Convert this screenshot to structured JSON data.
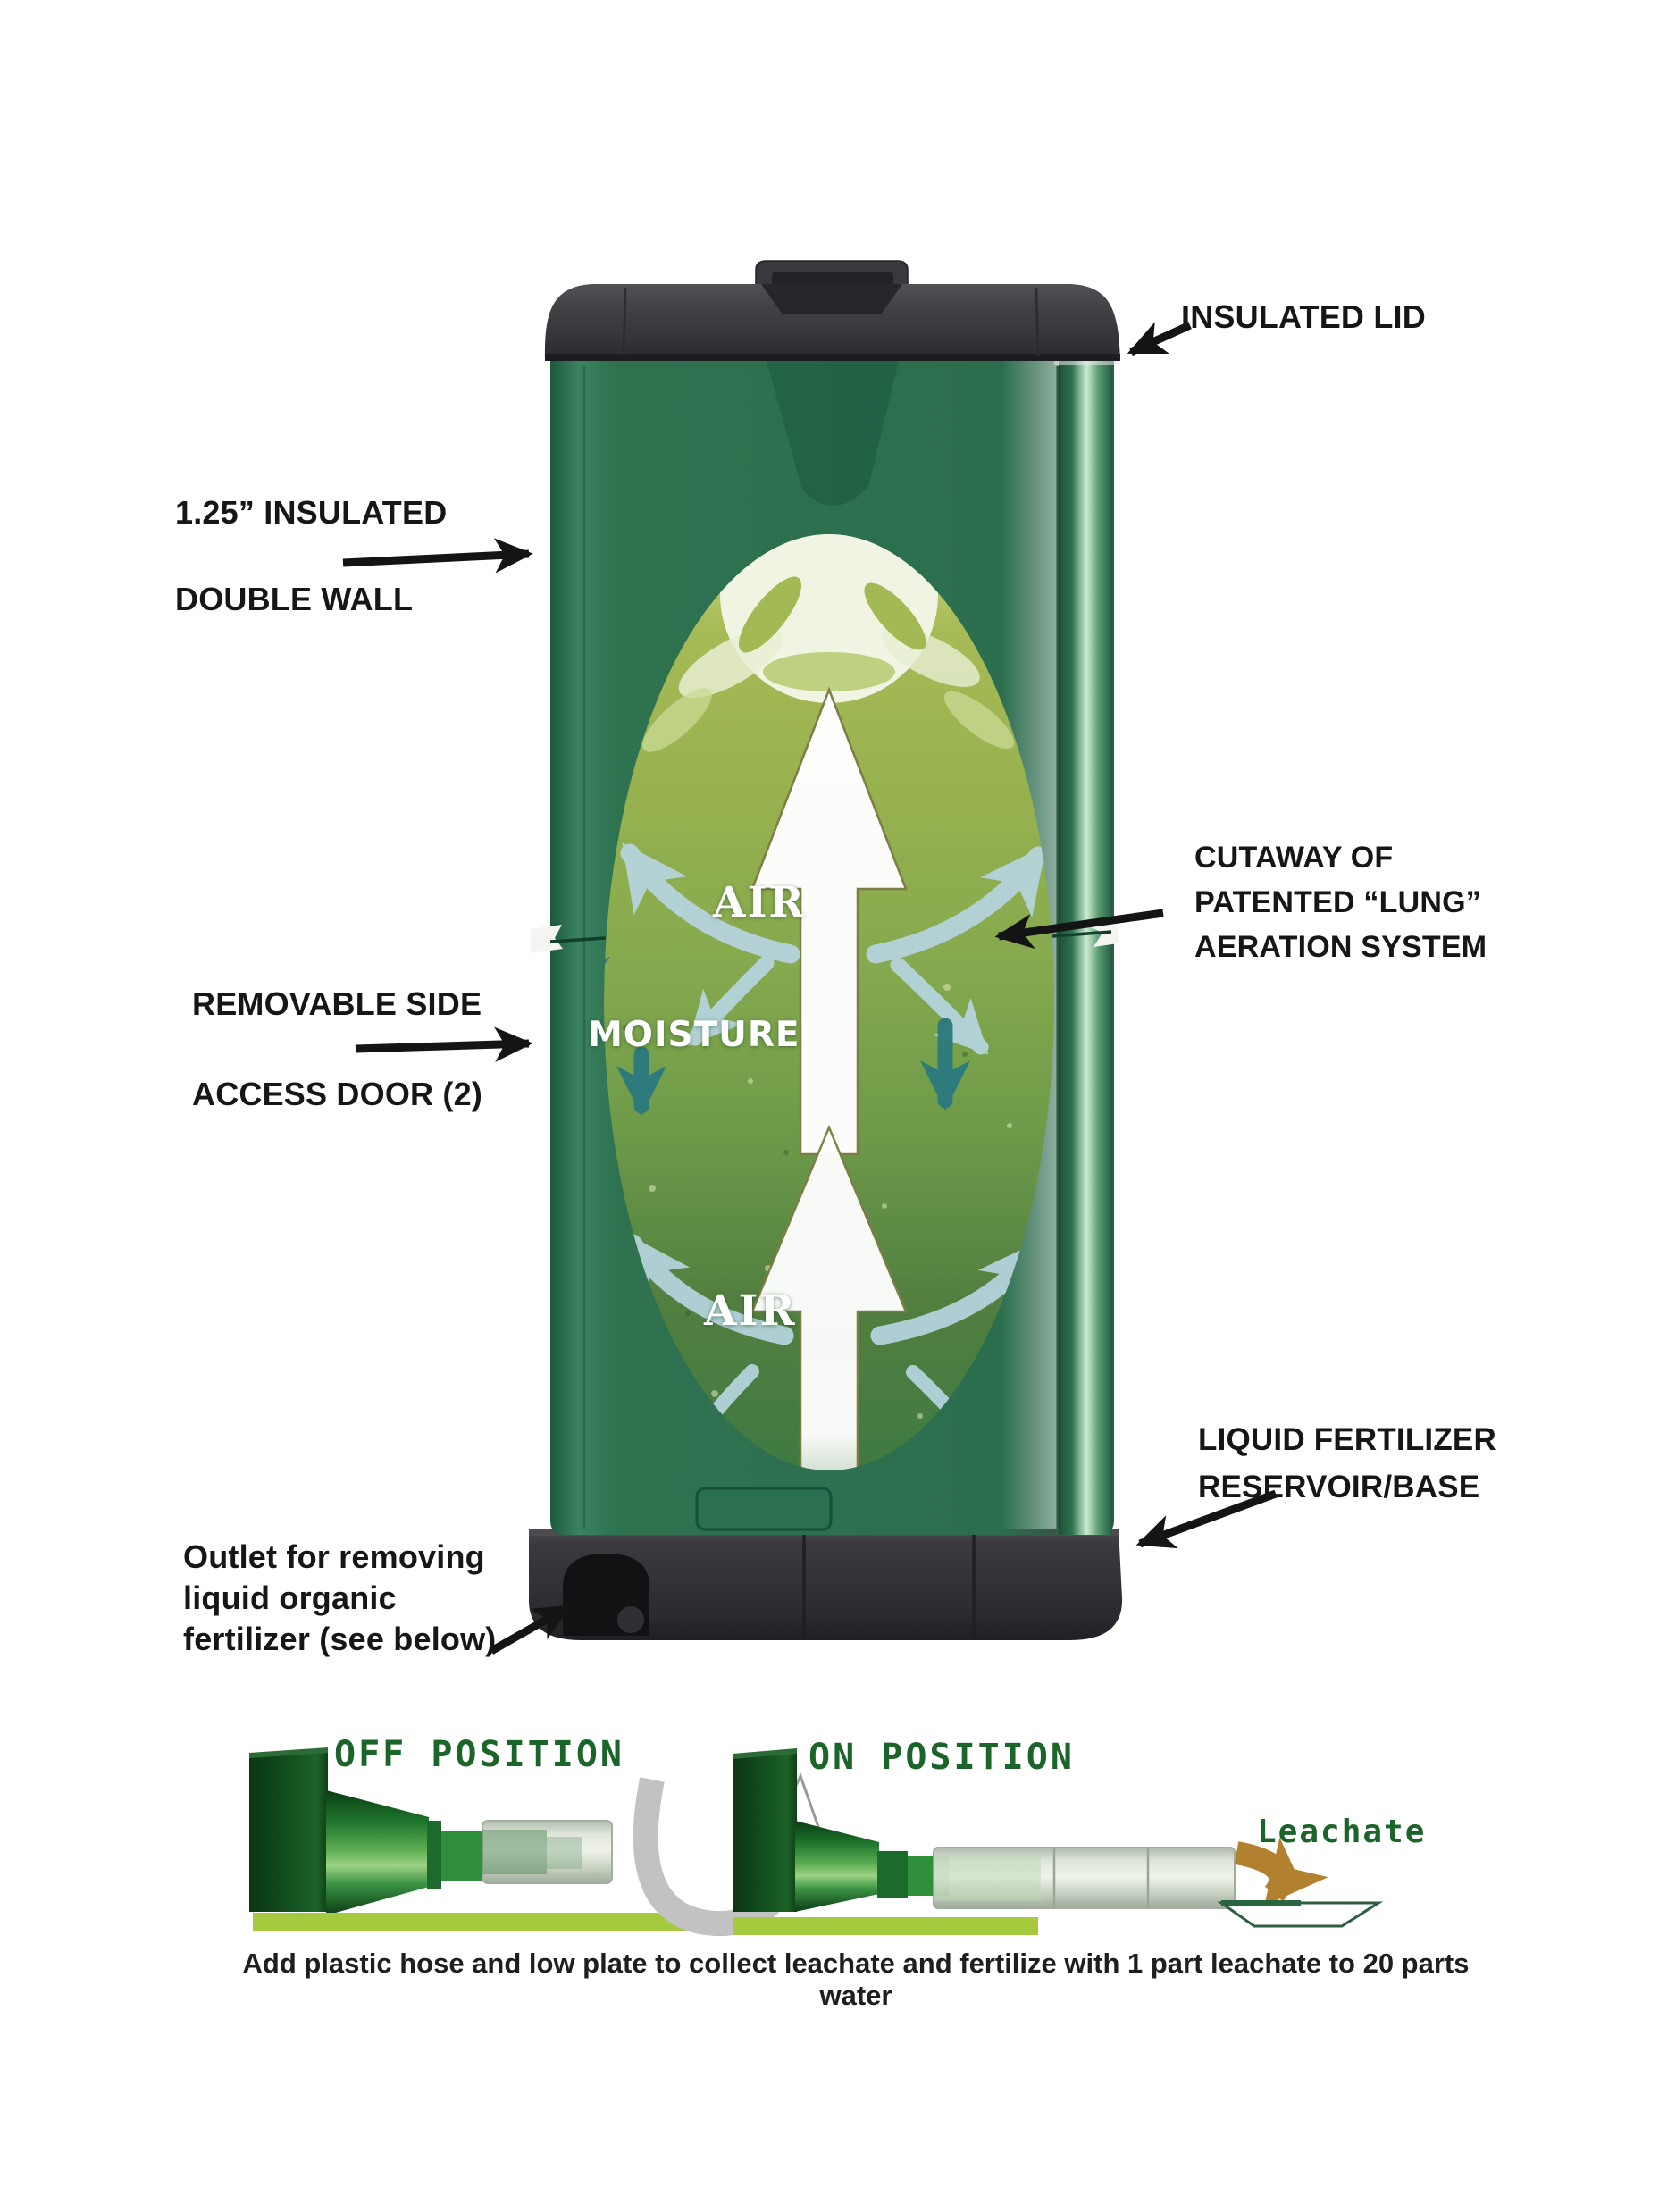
{
  "page": {
    "background": "#ffffff"
  },
  "callouts": {
    "insulated_lid": "INSULATED LID",
    "double_wall": [
      "1.25” INSULATED",
      "DOUBLE WALL"
    ],
    "cutaway": [
      "CUTAWAY OF",
      "PATENTED “LUNG”",
      "AERATION SYSTEM"
    ],
    "access_door": [
      "REMOVABLE SIDE",
      "ACCESS DOOR (2)"
    ],
    "reservoir": [
      "LIQUID FERTILIZER",
      "RESERVOIR/BASE"
    ],
    "outlet": [
      "Outlet for removing",
      "liquid organic",
      "fertilizer (see below)"
    ]
  },
  "cutaway_labels": {
    "air_top": "AIR",
    "moisture": "MOISTURE",
    "air_bottom": "AIR"
  },
  "valve_demo": {
    "off_label": "OFF POSITION",
    "on_label": "ON POSITION",
    "leachate_label": "Leachate",
    "caption": "Add plastic hose and low  plate to collect leachate and fertilize with 1 part leachate to 20 parts water"
  },
  "colors": {
    "bin_green": "#2e7250",
    "lid_charcoal": "#38383c",
    "base_charcoal": "#323236",
    "compost_olive": "#9cb350",
    "compost_dark": "#3f7a42",
    "air_arrow_blue": "#b7d5e0",
    "moisture_teal": "#2b7a7e",
    "lime_bar": "#a6ca3d",
    "leachate_brown": "#b2812f",
    "valve_text_green": "#1b652b",
    "label_black": "#161616"
  }
}
